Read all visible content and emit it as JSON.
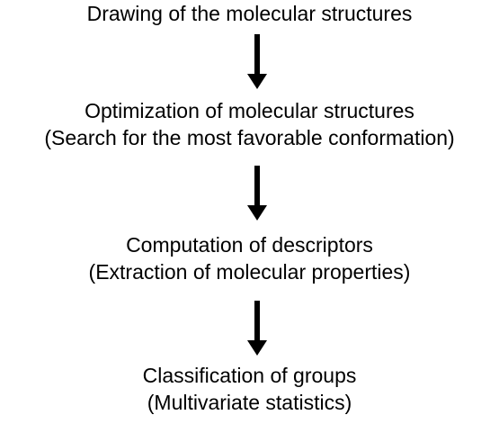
{
  "steps": [
    {
      "lines": [
        "Drawing of the molecular structures"
      ]
    },
    {
      "lines": [
        "Optimization of molecular structures",
        "(Search for the most favorable conformation)"
      ]
    },
    {
      "lines": [
        "Computation of descriptors",
        "(Extraction of molecular properties)"
      ]
    },
    {
      "lines": [
        "Classification of groups",
        "(Multivariate statistics)"
      ]
    }
  ],
  "colors": {
    "text": "#000000",
    "arrow": "#000000",
    "background": "#ffffff"
  },
  "icons": {
    "arrow": "down-arrow-icon"
  }
}
